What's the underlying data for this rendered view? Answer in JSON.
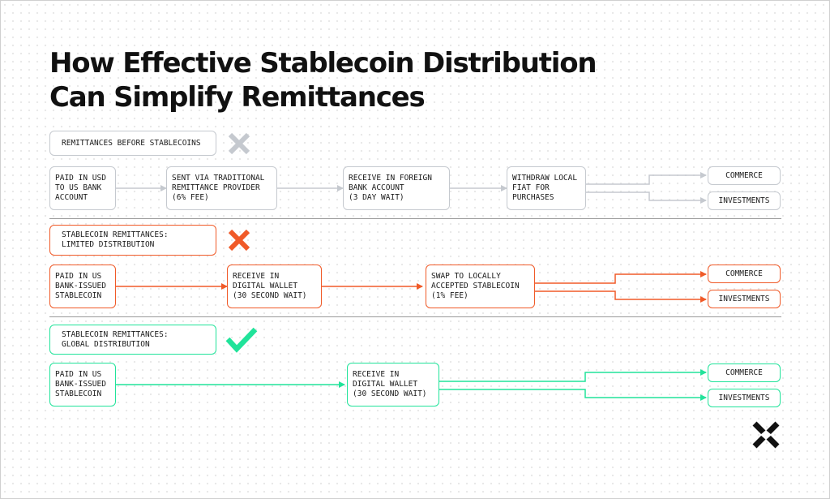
{
  "title": {
    "line1": "How Effective Stablecoin Distribution",
    "line2": "Can Simplify Remittances"
  },
  "colors": {
    "gray": "#c5c9cf",
    "orange": "#f05a28",
    "green": "#21e39a",
    "text": "#111111"
  },
  "sections": [
    {
      "label": "REMITTANCES BEFORE STABLECOINS",
      "status_icon": "x-icon-gray",
      "steps": [
        "PAID IN USD\nTO US BANK\nACCOUNT",
        "SENT VIA TRADITIONAL\nREMITTANCE PROVIDER\n(6% FEE)",
        "RECEIVE IN FOREIGN\nBANK ACCOUNT\n(3 DAY WAIT)",
        "WITHDRAW LOCAL\nFIAT FOR\nPURCHASES"
      ],
      "outcomes": [
        "COMMERCE",
        "INVESTMENTS"
      ]
    },
    {
      "label": "STABLECOIN REMITTANCES:\nLIMITED DISTRIBUTION",
      "status_icon": "x-icon-orange",
      "steps": [
        "PAID IN US\nBANK-ISSUED\nSTABLECOIN",
        "RECEIVE IN\nDIGITAL WALLET\n(30 SECOND WAIT)",
        "SWAP TO LOCALLY\nACCEPTED STABLECOIN\n(1% FEE)"
      ],
      "outcomes": [
        "COMMERCE",
        "INVESTMENTS"
      ]
    },
    {
      "label": "STABLECOIN REMITTANCES:\nGLOBAL DISTRIBUTION",
      "status_icon": "check-icon-green",
      "steps": [
        "PAID IN US\nBANK-ISSUED\nSTABLECOIN",
        "RECEIVE IN\nDIGITAL WALLET\n(30 SECOND WAIT)"
      ],
      "outcomes": [
        "COMMERCE",
        "INVESTMENTS"
      ]
    }
  ],
  "logo_icon": "brand-x-logo-icon"
}
